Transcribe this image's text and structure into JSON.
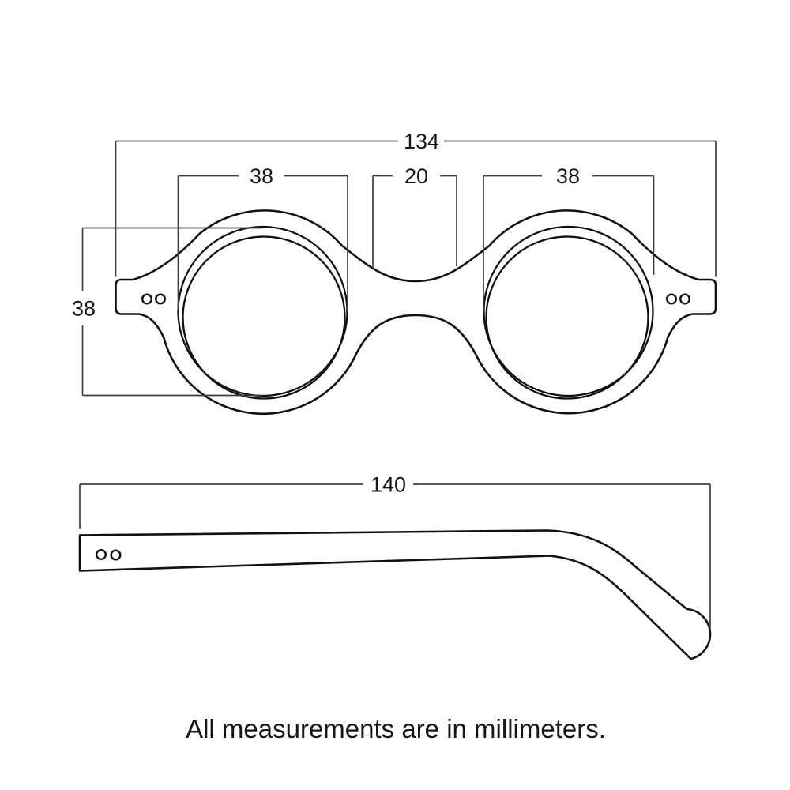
{
  "caption": "All measurements are in millimeters.",
  "dimensions": {
    "total_width": "134",
    "left_lens_width": "38",
    "bridge_width": "20",
    "right_lens_width": "38",
    "lens_height": "38",
    "temple_length": "140"
  },
  "units": "millimeters",
  "colors": {
    "background": "#ffffff",
    "outline": "#111111",
    "dimension_line": "#3f3f3f",
    "label_text": "#161616"
  }
}
